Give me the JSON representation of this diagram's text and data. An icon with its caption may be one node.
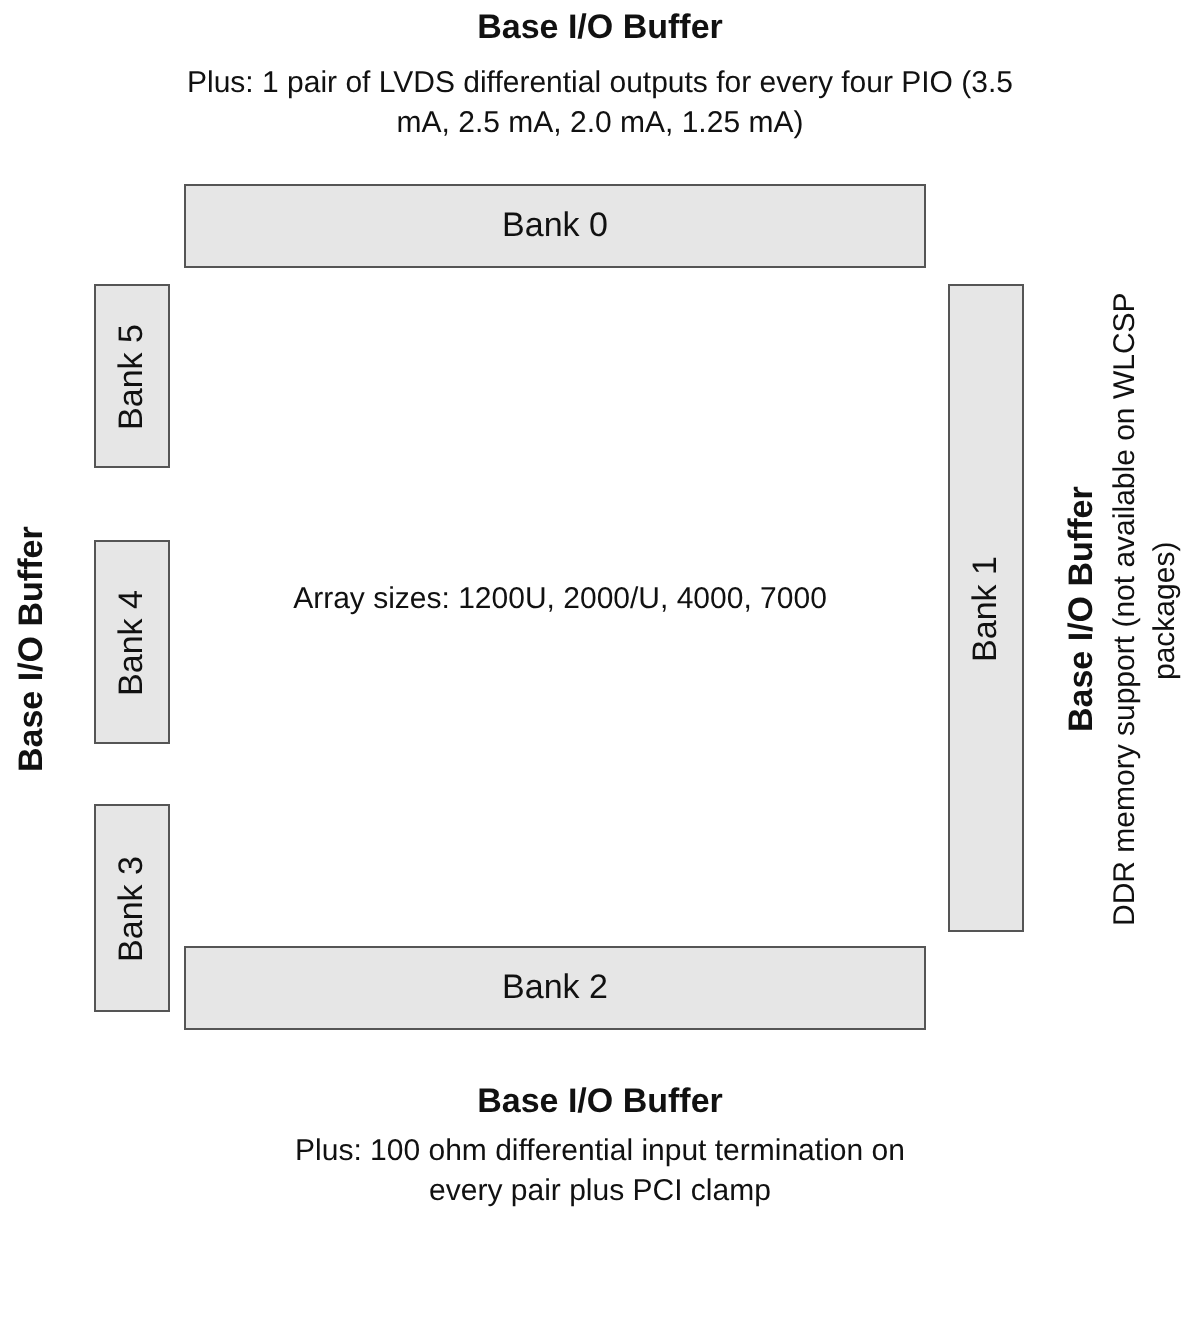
{
  "diagram": {
    "nodes": [
      {
        "text": [
          "Bank 0"
        ]
      },
      {
        "text": [
          "Bank 5"
        ]
      },
      {
        "text": [
          "Bank 1"
        ]
      },
      {
        "text": [
          "Bank 4"
        ]
      },
      {
        "text": [
          "Bank 3"
        ]
      },
      {
        "text": [
          "Bank 2"
        ]
      }
    ],
    "labels": [
      "Base I/O Buffer",
      "Plus: 1 pair of LVDS differential outputs for every four PIO (3.5 mA, 2.5 mA, 2.0 mA, 1.25 mA)",
      "Base I/O Buffer",
      "Array sizes: 1200U, 2000/U, 4000, 7000",
      "Base I/O Buffer",
      "DDR memory support (not available on WLCSP packages)",
      "Base I/O Buffer",
      "Plus: 100 ohm differential input termination on every pair plus PCI clamp"
    ]
  }
}
